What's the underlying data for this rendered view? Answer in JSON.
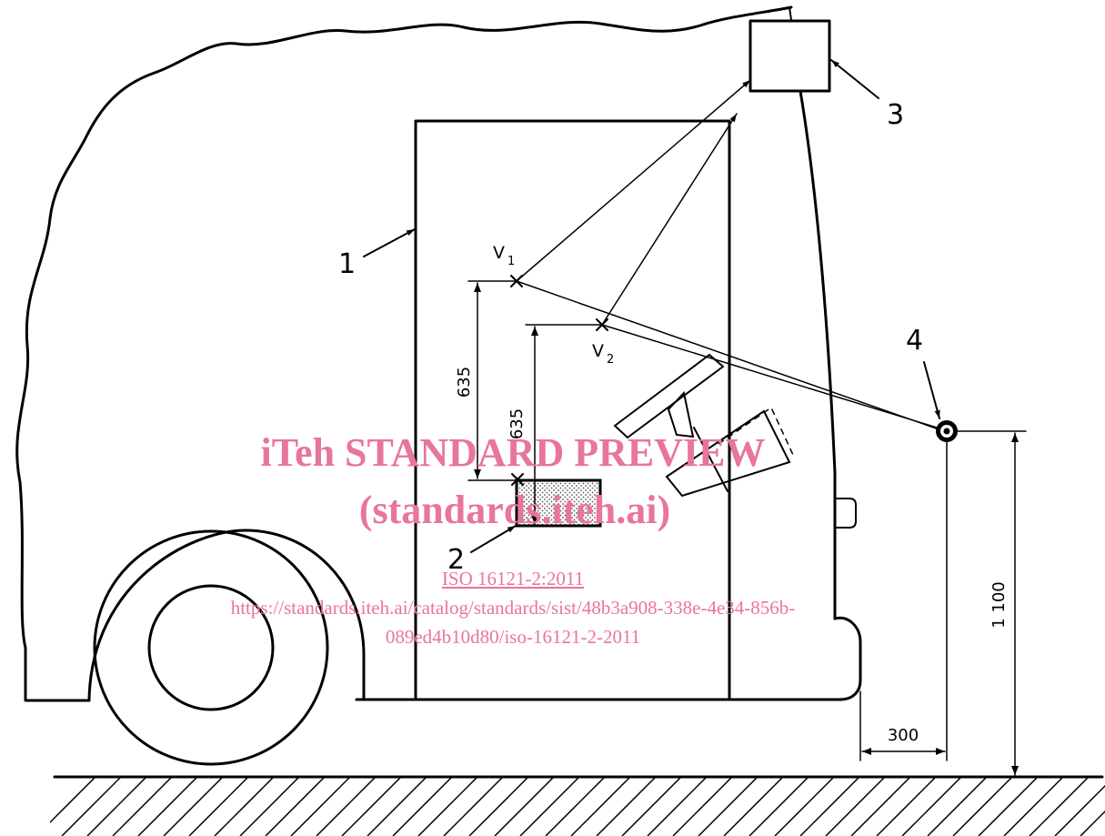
{
  "callouts": {
    "c1": "1",
    "c2": "2",
    "c3": "3",
    "c4": "4"
  },
  "points": {
    "v1_letter": "V",
    "v1_sub": "1",
    "v2_letter": "V",
    "v2_sub": "2"
  },
  "dimensions": {
    "d635_a": "635",
    "d635_b": "635",
    "d1100": "1 100",
    "d300": "300"
  },
  "watermark": {
    "line1": "iTeh STANDARD PREVIEW",
    "line2": "(standards.iteh.ai)",
    "link_label": "ISO 16121-2:2011",
    "url_line1": "https://standards.iteh.ai/catalog/standards/sist/48b3a908-338e-4e34-856b-",
    "url_line2": "089ed4b10d80/iso-16121-2-2011"
  },
  "colors": {
    "line": "#000000",
    "watermark": "#e8759a",
    "hatch_fill": "#d9d9d9"
  }
}
